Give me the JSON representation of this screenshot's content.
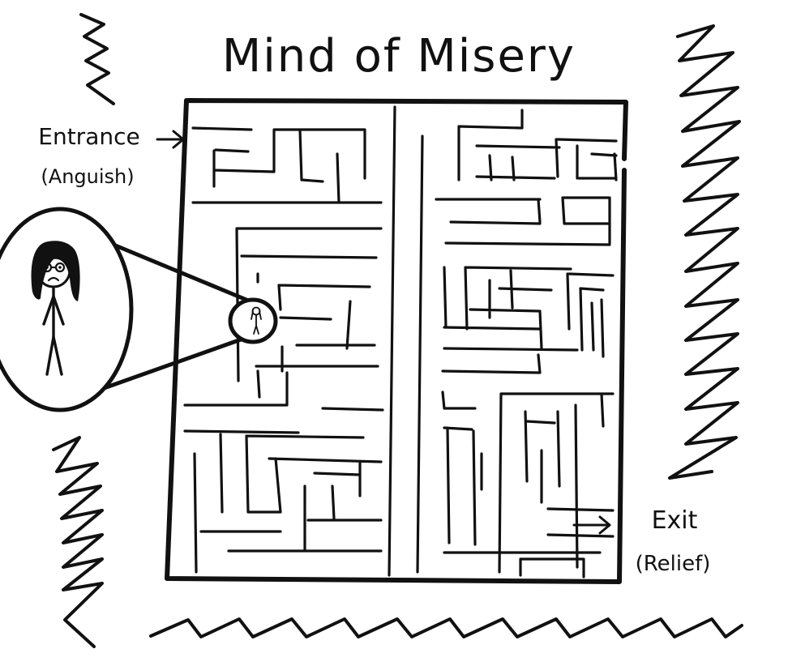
{
  "title": "Mind of Misery",
  "entrance": {
    "label": "Entrance",
    "sublabel": "(Anguish)"
  },
  "exit": {
    "label": "Exit",
    "sublabel": "(Relief)"
  },
  "colors": {
    "ink": "#111111",
    "paper": "#ffffff"
  },
  "icons": {
    "figure": "stick-figure-icon",
    "zoom": "zoom-lens-icon",
    "arrow": "arrow-right-icon"
  }
}
